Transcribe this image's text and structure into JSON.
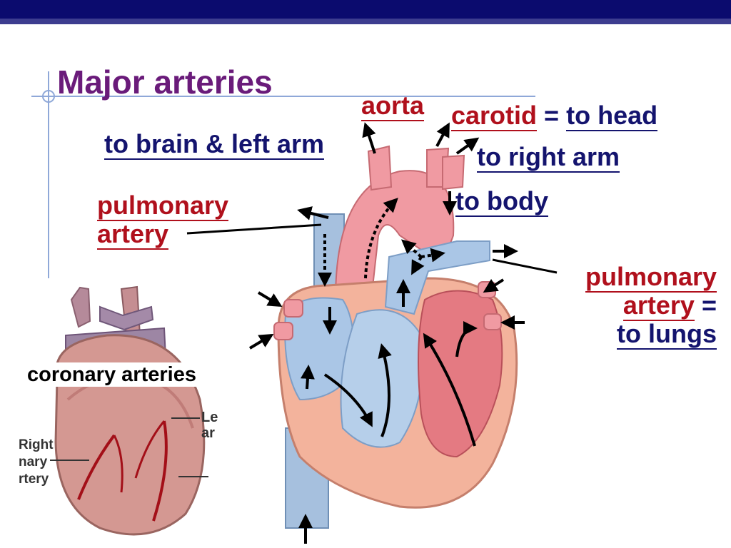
{
  "slide": {
    "title": "Major arteries",
    "colors": {
      "title": "#6a1b7a",
      "artery_label": "#b0101c",
      "destination_label": "#14146e",
      "top_bar": "#0b0b6e"
    }
  },
  "labels": {
    "aorta": "aorta",
    "carotid": "carotid",
    "carotid_equals": "=",
    "to_head": "to head",
    "to_brain_left_arm": "to brain & left arm",
    "to_right_arm": "to right arm",
    "to_body": "to body",
    "pulmonary_left_line1": "pulmonary",
    "pulmonary_left_line2": "artery",
    "pulmonary_right_line1": "pulmonary",
    "pulmonary_right_line2": "artery",
    "pulmonary_right_equals": "=",
    "to_lungs": "to lungs",
    "coronary_arteries": "coronary arteries"
  },
  "inset_labels": {
    "left_fragment_1": "Le",
    "left_fragment_2": "ar",
    "right_fragment_1": "Right",
    "right_fragment_2": "nary",
    "right_fragment_3": "rtery"
  }
}
